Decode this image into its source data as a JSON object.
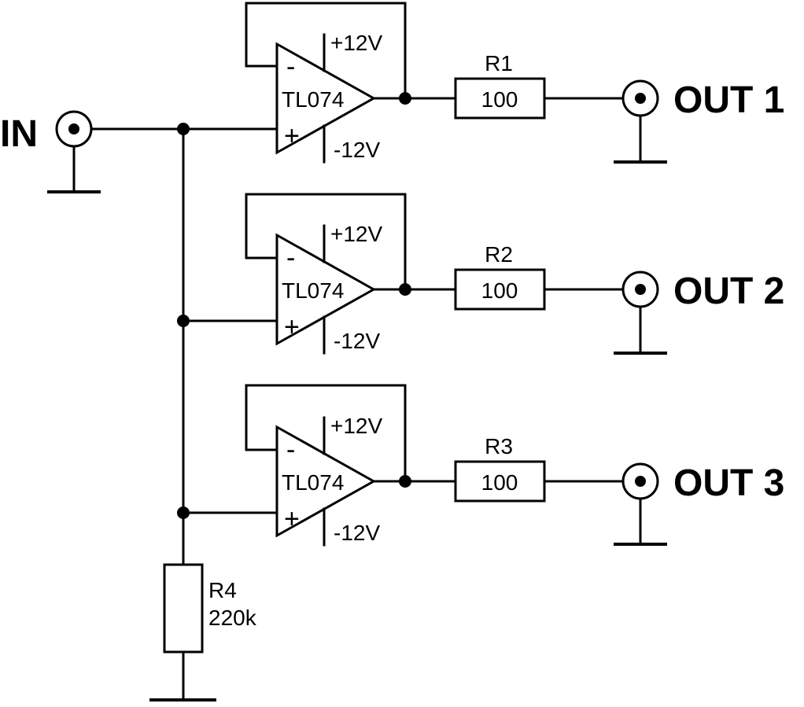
{
  "input": {
    "label": "IN"
  },
  "stages": [
    {
      "opamp": "TL074",
      "vpos": "+12V",
      "vneg": "-12V",
      "minus": "-",
      "plus": "+",
      "res_name": "R1",
      "res_value": "100",
      "out_label": "OUT 1"
    },
    {
      "opamp": "TL074",
      "vpos": "+12V",
      "vneg": "-12V",
      "minus": "-",
      "plus": "+",
      "res_name": "R2",
      "res_value": "100",
      "out_label": "OUT 2"
    },
    {
      "opamp": "TL074",
      "vpos": "+12V",
      "vneg": "-12V",
      "minus": "-",
      "plus": "+",
      "res_name": "R3",
      "res_value": "100",
      "out_label": "OUT 3"
    }
  ],
  "pulldown": {
    "name": "R4",
    "value": "220k"
  }
}
